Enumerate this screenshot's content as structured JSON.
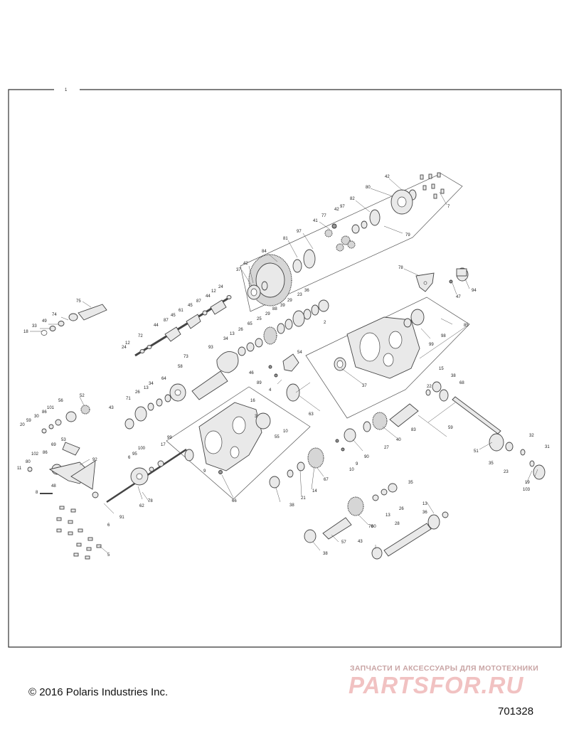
{
  "diagram": {
    "assembly_ref": "1",
    "callouts": [
      {
        "id": "c42a",
        "label": "42"
      },
      {
        "id": "c80",
        "label": "80"
      },
      {
        "id": "c7",
        "label": "7"
      },
      {
        "id": "c82",
        "label": "82"
      },
      {
        "id": "c79",
        "label": "79"
      },
      {
        "id": "c41",
        "label": "41"
      },
      {
        "id": "c77",
        "label": "77"
      },
      {
        "id": "c42b",
        "label": "42"
      },
      {
        "id": "c97a",
        "label": "97"
      },
      {
        "id": "c97b",
        "label": "97"
      },
      {
        "id": "c81",
        "label": "81"
      },
      {
        "id": "c84",
        "label": "84"
      },
      {
        "id": "c42c",
        "label": "42"
      },
      {
        "id": "c37a",
        "label": "37"
      },
      {
        "id": "c78",
        "label": "78"
      },
      {
        "id": "c47",
        "label": "47"
      },
      {
        "id": "c94",
        "label": "94"
      },
      {
        "id": "c75",
        "label": "75"
      },
      {
        "id": "c74",
        "label": "74"
      },
      {
        "id": "c49",
        "label": "49"
      },
      {
        "id": "c33",
        "label": "33"
      },
      {
        "id": "c18",
        "label": "18"
      },
      {
        "id": "c24a",
        "label": "24"
      },
      {
        "id": "c12a",
        "label": "12"
      },
      {
        "id": "c44a",
        "label": "44"
      },
      {
        "id": "c87a",
        "label": "87"
      },
      {
        "id": "c45a",
        "label": "45"
      },
      {
        "id": "c61",
        "label": "61"
      },
      {
        "id": "c45b",
        "label": "45"
      },
      {
        "id": "c87b",
        "label": "87"
      },
      {
        "id": "c44b",
        "label": "44"
      },
      {
        "id": "c72",
        "label": "72"
      },
      {
        "id": "c12b",
        "label": "12"
      },
      {
        "id": "c24b",
        "label": "24"
      },
      {
        "id": "c36a",
        "label": "36"
      },
      {
        "id": "c23",
        "label": "23"
      },
      {
        "id": "c29a",
        "label": "29"
      },
      {
        "id": "c39",
        "label": "39"
      },
      {
        "id": "c88",
        "label": "88"
      },
      {
        "id": "c29b",
        "label": "29"
      },
      {
        "id": "c25",
        "label": "25"
      },
      {
        "id": "c65",
        "label": "65"
      },
      {
        "id": "c26a",
        "label": "26"
      },
      {
        "id": "c13a",
        "label": "13"
      },
      {
        "id": "c34a",
        "label": "34"
      },
      {
        "id": "c2",
        "label": "2"
      },
      {
        "id": "c85",
        "label": "85"
      },
      {
        "id": "c98",
        "label": "98"
      },
      {
        "id": "c99a",
        "label": "99"
      },
      {
        "id": "c93",
        "label": "93"
      },
      {
        "id": "c73",
        "label": "73"
      },
      {
        "id": "c54",
        "label": "54"
      },
      {
        "id": "c46",
        "label": "46"
      },
      {
        "id": "c89",
        "label": "89"
      },
      {
        "id": "c4",
        "label": "4"
      },
      {
        "id": "c37b",
        "label": "37"
      },
      {
        "id": "c15",
        "label": "15"
      },
      {
        "id": "c38a",
        "label": "38"
      },
      {
        "id": "c68",
        "label": "68"
      },
      {
        "id": "c22",
        "label": "22"
      },
      {
        "id": "c58",
        "label": "58"
      },
      {
        "id": "c64",
        "label": "64"
      },
      {
        "id": "c34b",
        "label": "34"
      },
      {
        "id": "c13b",
        "label": "13"
      },
      {
        "id": "c26b",
        "label": "26"
      },
      {
        "id": "c71",
        "label": "71"
      },
      {
        "id": "c43a",
        "label": "43"
      },
      {
        "id": "c63",
        "label": "63"
      },
      {
        "id": "c83",
        "label": "83"
      },
      {
        "id": "c59",
        "label": "59"
      },
      {
        "id": "c52",
        "label": "52"
      },
      {
        "id": "c56",
        "label": "56"
      },
      {
        "id": "c101",
        "label": "101"
      },
      {
        "id": "c86a",
        "label": "86"
      },
      {
        "id": "c30",
        "label": "30"
      },
      {
        "id": "c59b",
        "label": "59"
      },
      {
        "id": "c20",
        "label": "20"
      },
      {
        "id": "c16",
        "label": "16"
      },
      {
        "id": "c3",
        "label": "3"
      },
      {
        "id": "c10a",
        "label": "10"
      },
      {
        "id": "c55",
        "label": "55"
      },
      {
        "id": "c27",
        "label": "27"
      },
      {
        "id": "c40",
        "label": "40"
      },
      {
        "id": "c90",
        "label": "90"
      },
      {
        "id": "c9a",
        "label": "9"
      },
      {
        "id": "c10b",
        "label": "10"
      },
      {
        "id": "c32",
        "label": "32"
      },
      {
        "id": "c31",
        "label": "31"
      },
      {
        "id": "c51",
        "label": "51"
      },
      {
        "id": "c35a",
        "label": "35"
      },
      {
        "id": "c23b",
        "label": "23"
      },
      {
        "id": "c19",
        "label": "19"
      },
      {
        "id": "c103",
        "label": "103"
      },
      {
        "id": "c53",
        "label": "53"
      },
      {
        "id": "c99b",
        "label": "99"
      },
      {
        "id": "c100",
        "label": "100"
      },
      {
        "id": "c17",
        "label": "17"
      },
      {
        "id": "c95",
        "label": "95"
      },
      {
        "id": "c6a",
        "label": "6"
      },
      {
        "id": "c69",
        "label": "69"
      },
      {
        "id": "c86b",
        "label": "86"
      },
      {
        "id": "c102",
        "label": "102"
      },
      {
        "id": "c80b",
        "label": "80"
      },
      {
        "id": "c11",
        "label": "11"
      },
      {
        "id": "c92",
        "label": "92"
      },
      {
        "id": "c48",
        "label": "48"
      },
      {
        "id": "c9b",
        "label": "9"
      },
      {
        "id": "c67",
        "label": "67"
      },
      {
        "id": "c21",
        "label": "21"
      },
      {
        "id": "c14",
        "label": "14"
      },
      {
        "id": "c8",
        "label": "8"
      },
      {
        "id": "c78b",
        "label": "78"
      },
      {
        "id": "c62",
        "label": "62"
      },
      {
        "id": "c91",
        "label": "91"
      },
      {
        "id": "c6b",
        "label": "6"
      },
      {
        "id": "c66",
        "label": "66"
      },
      {
        "id": "c35b",
        "label": "35"
      },
      {
        "id": "c38b",
        "label": "38"
      },
      {
        "id": "c26c",
        "label": "26"
      },
      {
        "id": "c13c",
        "label": "13"
      },
      {
        "id": "c60",
        "label": "60"
      },
      {
        "id": "c13d",
        "label": "13"
      },
      {
        "id": "c36b",
        "label": "36"
      },
      {
        "id": "c70",
        "label": "70"
      },
      {
        "id": "c28",
        "label": "28"
      },
      {
        "id": "c57",
        "label": "57"
      },
      {
        "id": "c38c",
        "label": "38"
      },
      {
        "id": "c43b",
        "label": "43"
      },
      {
        "id": "c5",
        "label": "5"
      }
    ]
  },
  "footer": {
    "copyright": "© 2016 Polaris Industries Inc.",
    "figure_number": "701328"
  },
  "watermark": {
    "tagline": "ЗАПЧАСТИ И АКСЕССУАРЫ ДЛЯ МОТОТЕХНИКИ",
    "logo_text": "PARTSFOR.RU"
  }
}
